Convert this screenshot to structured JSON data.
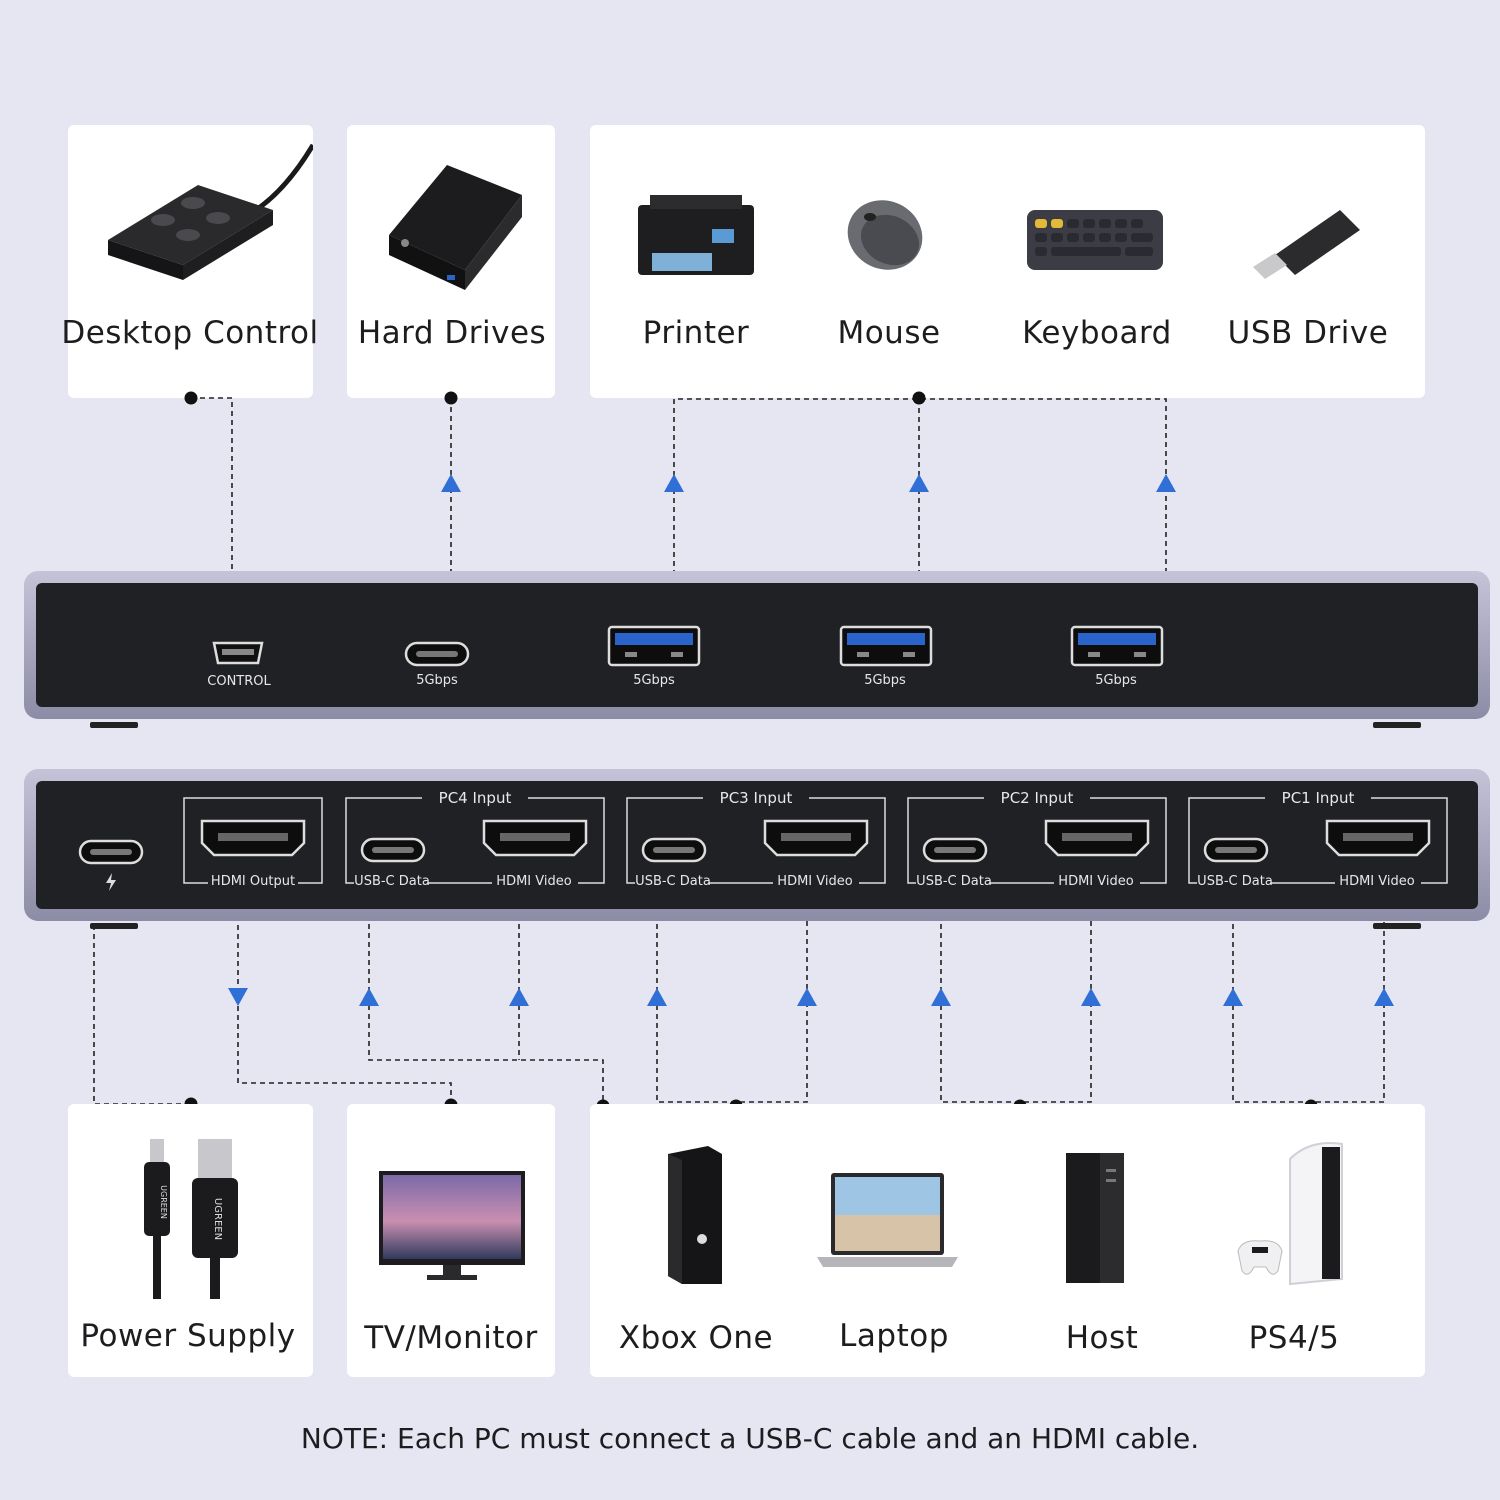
{
  "top_devices": {
    "desktop_control": "Desktop Control",
    "hard_drives": "Hard Drives",
    "printer": "Printer",
    "mouse": "Mouse",
    "keyboard": "Keyboard",
    "usb_drive": "USB Drive"
  },
  "front_panel": {
    "control_label": "CONTROL",
    "usbc_speed": "5Gbps",
    "usba_speeds": [
      "5Gbps",
      "5Gbps",
      "5Gbps"
    ]
  },
  "back_panel": {
    "hdmi_output_label": "HDMI Output",
    "pc_groups": [
      {
        "title": "PC4 Input",
        "usb_label": "USB-C Data",
        "hdmi_label": "HDMI Video"
      },
      {
        "title": "PC3 Input",
        "usb_label": "USB-C Data",
        "hdmi_label": "HDMI Video"
      },
      {
        "title": "PC2 Input",
        "usb_label": "USB-C Data",
        "hdmi_label": "HDMI Video"
      },
      {
        "title": "PC1 Input",
        "usb_label": "USB-C Data",
        "hdmi_label": "HDMI Video"
      }
    ]
  },
  "bottom_devices": {
    "power_supply": "Power Supply",
    "tv_monitor": "TV/Monitor",
    "xbox_one": "Xbox One",
    "laptop": "Laptop",
    "host": "Host",
    "ps": "PS4/5"
  },
  "logo_text": "UGREEN",
  "note": "NOTE: Each PC must connect a USB-C cable and an HDMI cable.",
  "colors": {
    "arrow": "#2f6fd6",
    "usb_blue": "#2a63c9",
    "panel": "#202124"
  }
}
